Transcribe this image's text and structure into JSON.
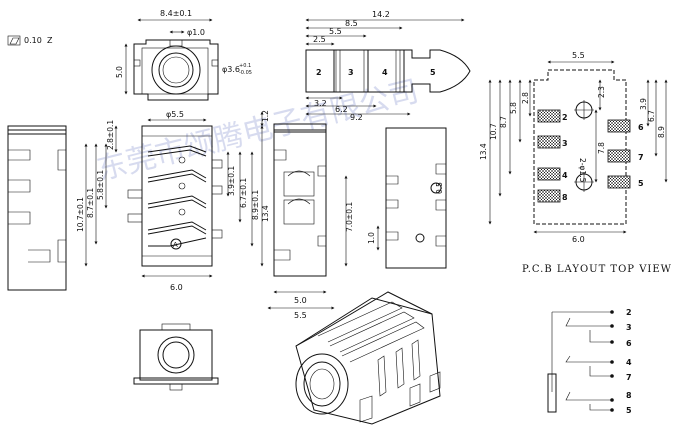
{
  "watermark": "东莞市颂腾电子有限公司",
  "front_view": {
    "flatness": "0.10",
    "flatness_datum": "Z",
    "dim_top": "8.4±0.1",
    "dim_hole": "φ1.0",
    "dim_height": "5.0",
    "dim_bore": "φ3.6",
    "dim_bore_tol_plus": "+0.1",
    "dim_bore_tol_minus": "-0.05"
  },
  "plug": {
    "dim_total": "14.2",
    "dim_8_5": "8.5",
    "dim_5_5": "5.5",
    "dim_2_5": "2.5",
    "dim_3_2": "3.2",
    "dim_6_2": "6.2",
    "dim_9_2": "9.2",
    "segments": [
      "2",
      "3",
      "4",
      "5"
    ]
  },
  "side_view": {
    "dim_width": "φ5.5",
    "dim_2_8": "2.8±0.1",
    "dim_10_7": "10.7±0.1",
    "dim_8_7": "8.7±0.1",
    "dim_5_8": "5.8±0.1",
    "dim_3_9": "3.9±0.1",
    "dim_6_7": "6.7±0.1",
    "dim_8_9": "8.9±0.1",
    "dim_1_2": "1.2",
    "dim_13_4": "13.4",
    "dim_6_0": "6.0",
    "marker": "A"
  },
  "middle_view": {
    "dim_7_0": "7.0±0.1",
    "dim_5_0": "5.0",
    "dim_5_5": "5.5"
  },
  "end_view": {
    "dim_0_5": "0.5",
    "dim_1_0": "1.0"
  },
  "pcb": {
    "dim_5_5": "5.5",
    "dim_2_8": "2.8",
    "dim_5_8": "5.8",
    "dim_8_7": "8.7",
    "dim_10_7": "10.7",
    "dim_13_4": "13.4",
    "dim_2_3": "2.3",
    "dim_3_9": "3.9",
    "dim_6_7": "6.7",
    "dim_8_9": "8.9",
    "dim_7_8": "7.8",
    "dim_hole": "2-φ1.5",
    "dim_6_0": "6.0",
    "pad_labels_left": [
      "2",
      "3",
      "4",
      "8"
    ],
    "pad_labels_right": [
      "6",
      "7",
      "5"
    ],
    "title": "P.C.B LAYOUT TOP VIEW"
  },
  "schematic": {
    "pins": [
      "2",
      "3",
      "6",
      "4",
      "7",
      "8",
      "5"
    ]
  }
}
